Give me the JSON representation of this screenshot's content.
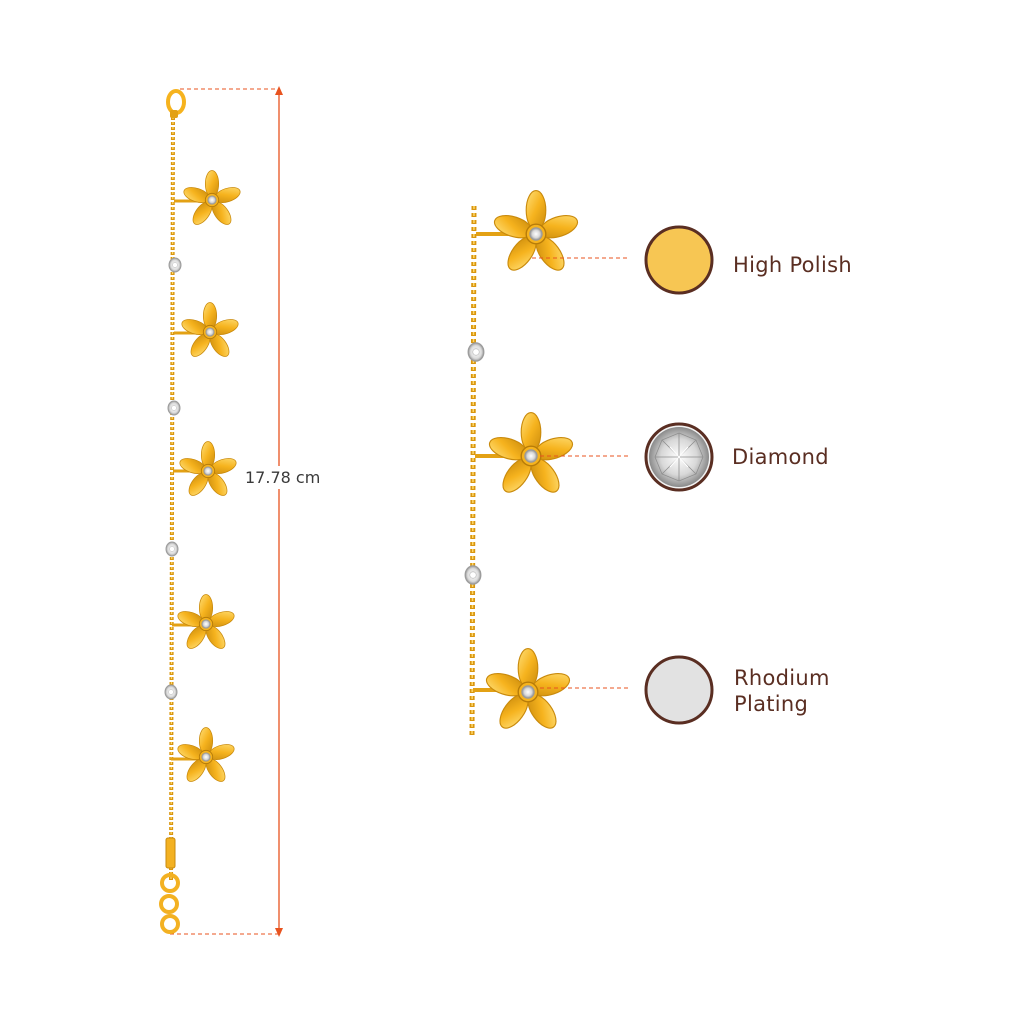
{
  "measurement": {
    "length_label": "17.78 cm"
  },
  "features": [
    {
      "label": "High Polish",
      "icon": "gold-swatch-icon"
    },
    {
      "label": "Diamond",
      "icon": "diamond-swatch-icon"
    },
    {
      "label": "Rhodium Plating",
      "icon": "rhodium-swatch-icon"
    }
  ],
  "colors": {
    "gold": "#f6b31e",
    "gold_dark": "#c98a0c",
    "gold_light": "#ffd86a",
    "swatch_gold": "#f7c653",
    "swatch_rhodium": "#e2e2e2",
    "swatch_border": "#5a2e22",
    "guide": "#e8531f",
    "text": "#5a2e22"
  }
}
